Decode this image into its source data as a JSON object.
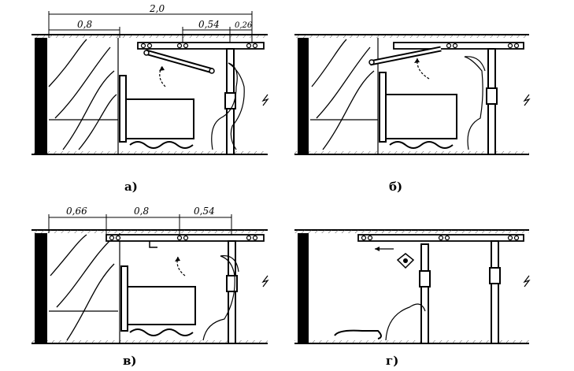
{
  "panels": [
    {
      "id": "a",
      "label": "а)"
    },
    {
      "id": "b",
      "label": "б)"
    },
    {
      "id": "v",
      "label": "в)"
    },
    {
      "id": "g",
      "label": "г)"
    }
  ],
  "dimensions_top": {
    "total": "2,0",
    "d1": "0,8",
    "d2": "0,54",
    "d3": "0,26"
  },
  "dimensions_bottom": {
    "d1": "0,66",
    "d2": "0,8",
    "d3": "0,54"
  },
  "colors": {
    "ink": "#000000",
    "paper": "#ffffff",
    "hatch": "#555555"
  }
}
